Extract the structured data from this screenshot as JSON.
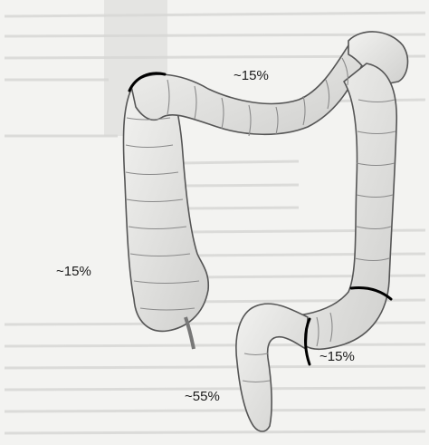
{
  "labels": {
    "transverse": "~15%",
    "ascending": "~15%",
    "descending": "~15%",
    "rectum_sigmoid": "~55%"
  },
  "colors": {
    "background": "#f3f3f1",
    "organ_fill": "#e8e8e6",
    "organ_stroke": "#555555",
    "haustra_stroke": "#8a8a8a",
    "boundary": "#000000",
    "text_bleed": "#bdbdbd"
  }
}
